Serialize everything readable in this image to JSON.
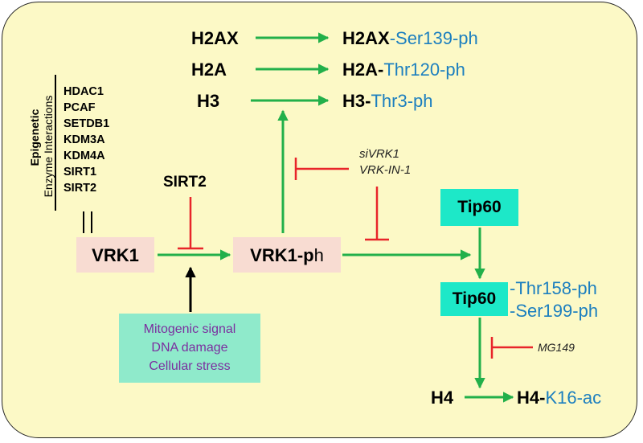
{
  "histones": [
    {
      "name": "H2AX",
      "prefix": "H2AX",
      "mod": "-Ser139-ph"
    },
    {
      "name": "H2A",
      "prefix": "H2A-",
      "mod": "Thr120-ph"
    },
    {
      "name": "H3",
      "prefix": "H3-",
      "mod": "Thr3-ph"
    }
  ],
  "epigenetic": {
    "title": "Epigenetic",
    "subtitle": "Enzyme Interactions",
    "enzymes": [
      "HDAC1",
      "PCAF",
      "SETDB1",
      "KDM3A",
      "KDM4A",
      "SIRT1",
      "SIRT2"
    ]
  },
  "vrk1": "VRK1",
  "vrk1ph": {
    "main": "VRK1-p",
    "suffix": "h"
  },
  "sirt2": "SIRT2",
  "inhibitors": {
    "line1": "siVRK1",
    "line2": "VRK-IN-1",
    "mg": "MG149"
  },
  "signals": [
    "Mitogenic signal",
    "DNA damage",
    "Cellular stress"
  ],
  "tip60_top": "Tip60",
  "tip60_mid": {
    "name": "Tip60",
    "mod1": "-Thr158-ph",
    "mod2": "-Ser199-ph"
  },
  "h4": {
    "name": "H4",
    "prefix": "H4-",
    "mod": "K16-ac"
  },
  "colors": {
    "activation": "#22b04a",
    "inhibition": "#e8252a",
    "blue_text": "#1c7fbf",
    "background": "#fcf9c6"
  }
}
